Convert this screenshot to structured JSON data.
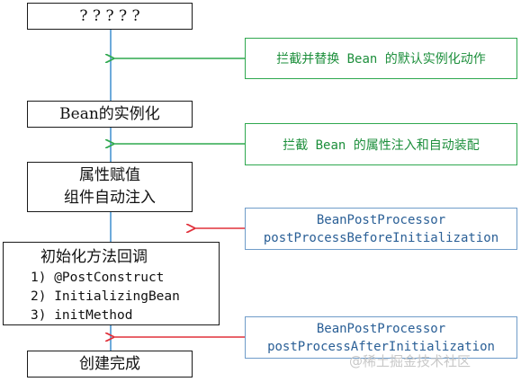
{
  "colors": {
    "flow_line": "#3f8fcf",
    "green_arrow": "#2fa84f",
    "red_arrow": "#e0303a",
    "box_border": "#1a1a1a",
    "green_border": "#2fa84f",
    "blue_border": "#6f9cc9",
    "green_text": "#1d8f3c",
    "blue_text": "#2a5f96",
    "watermark": "#c8c8c8"
  },
  "stages": {
    "unknown": "? ? ? ? ?",
    "instantiate": "Bean的实例化",
    "populate_line1": "属性赋值",
    "populate_line2": "组件自动注入",
    "init_title": "初始化方法回调",
    "init_item1": "1) @PostConstruct",
    "init_item2": "2) InitializingBean",
    "init_item3": "3) initMethod",
    "done": "创建完成"
  },
  "notes": {
    "intercept_instantiation": "拦截并替换 Bean 的默认实例化动作",
    "intercept_properties": "拦截 Bean 的属性注入和自动装配",
    "before_init_line1": "BeanPostProcessor",
    "before_init_line2": "postProcessBeforeInitialization",
    "after_init_line1": "BeanPostProcessor",
    "after_init_line2": "postProcessAfterInitialization"
  },
  "watermark": "@稀土掘金技术社区"
}
